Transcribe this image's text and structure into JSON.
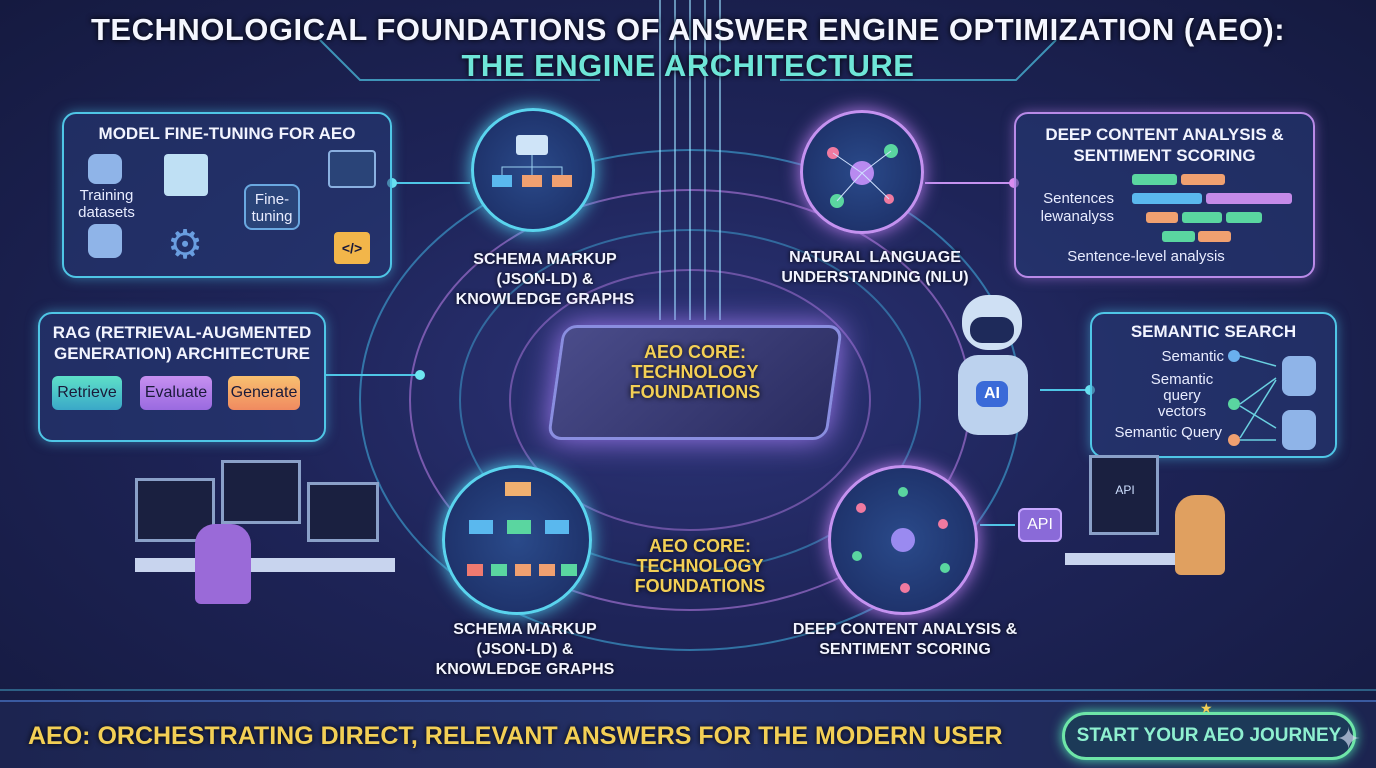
{
  "header": {
    "title_line1": "TECHNOLOGICAL FOUNDATIONS OF ANSWER ENGINE OPTIMIZATION (AEO):",
    "title_line2": "THE ENGINE ARCHITECTURE"
  },
  "fine_tuning": {
    "title": "MODEL FINE-TUNING FOR AEO",
    "datasets_label": "Training datasets",
    "process_label": "Fine-tuning",
    "code_icon": "</>"
  },
  "rag": {
    "title": "RAG (RETRIEVAL-AUGMENTED GENERATION) ARCHITECTURE",
    "steps": [
      "Retrieve",
      "Evaluate",
      "Generate"
    ]
  },
  "deep_content": {
    "title": "DEEP CONTENT ANALYSIS & SENTIMENT SCORING",
    "labels": [
      "Sentences",
      "lewanalyss"
    ],
    "caption": "Sentence-level analysis"
  },
  "semantic_search": {
    "title": "SEMANTIC SEARCH",
    "inputs": [
      "Semantic",
      "Semantic query vectors",
      "Semantic Query"
    ]
  },
  "nodes": {
    "schema_top": "SCHEMA MARKUP (JSON-LD) & KNOWLEDGE GRAPHS",
    "nlu": "NATURAL LANGUAGE UNDERSTANDING (NLU)",
    "core_chip": "AEO CORE: TECHNOLOGY FOUNDATIONS",
    "core_lower": "AEO CORE: TECHNOLOGY FOUNDATIONS",
    "schema_bottom": "SCHEMA MARKUP (JSON-LD) & KNOWLEDGE GRAPHS",
    "deep_bottom": "DEEP CONTENT ANALYSIS & SENTIMENT SCORING"
  },
  "robot_badge": "AI",
  "api_badge": "API",
  "monitor_badge": "API",
  "footer": {
    "tagline": "AEO: ORCHESTRATING DIRECT, RELEVANT ANSWERS FOR THE MODERN USER",
    "cta": "START YOUR AEO JOURNEY"
  },
  "colors": {
    "accent_teal": "#6ee6d8",
    "gold": "#f3cf55",
    "cyan_line": "#4fc6e6",
    "purple_line": "#b98ae8"
  }
}
